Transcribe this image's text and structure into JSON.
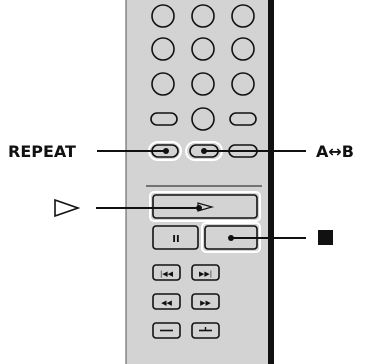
{
  "callouts": {
    "repeat": "REPEAT",
    "ab_repeat": "A↔B",
    "play_symbol": "▷",
    "stop_symbol": "■"
  },
  "buttons": {
    "pause_glyph": "II",
    "prev_track_glyph": "|◀◀",
    "next_track_glyph": "▶▶|",
    "rewind_glyph": "◀◀",
    "fast_forward_glyph": "▶▶",
    "minus_glyph": "−",
    "plus_glyph": "+"
  },
  "colors": {
    "remote_body": "#d3d3d3",
    "remote_edge": "#111111",
    "button_outline": "#111111",
    "highlight_outline": "#ffffff",
    "label_text": "#111111"
  }
}
